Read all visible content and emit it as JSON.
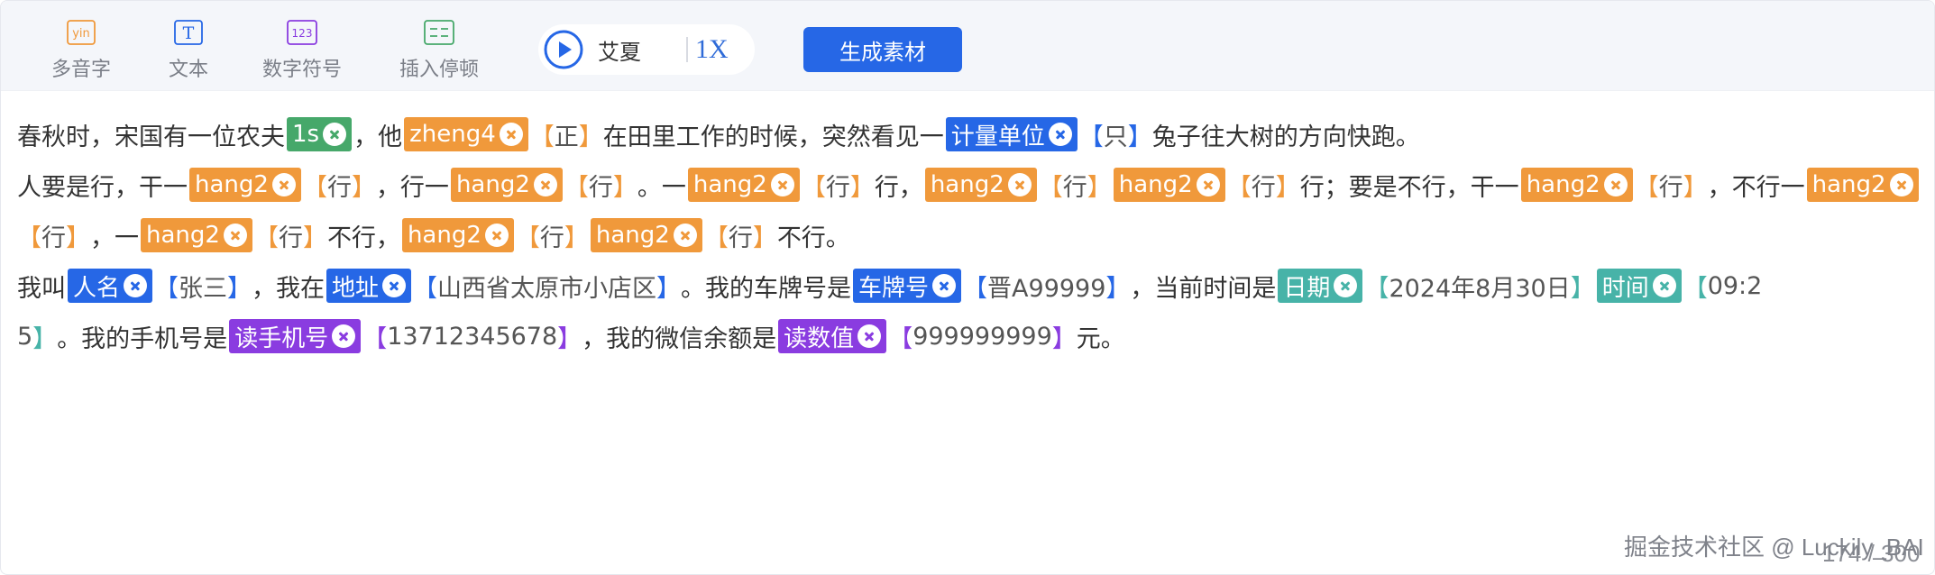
{
  "toolbar": {
    "tools": [
      {
        "label": "多音字",
        "icon": "yin-icon",
        "icon_text": "yin"
      },
      {
        "label": "文本",
        "icon": "text-t-icon",
        "icon_text": "T"
      },
      {
        "label": "数字符号",
        "icon": "number-123-icon",
        "icon_text": "123"
      },
      {
        "label": "插入停顿",
        "icon": "pause-insert-icon"
      }
    ],
    "voice": "艾夏",
    "speed": "1X",
    "generate_label": "生成素材"
  },
  "colors": {
    "pause": "#46a86a",
    "polyphone": "#f0993b",
    "unit": "#2667e6",
    "date": "#47b3a8",
    "read": "#8a3ce0",
    "toolbar_bg": "#f4f6fa"
  },
  "content": {
    "l1": {
      "t1": "春秋时，宋国有一位农夫",
      "tag1": "1s",
      "t2": "，他",
      "tag2": "zheng4",
      "v2": "正",
      "t3": "在田里工作的时候，突然看见一",
      "tag3": "计量单位",
      "v3": "只",
      "t4": "兔子往大树的方向快跑。"
    },
    "l2": {
      "t1": "人要是行，干一",
      "tag": "hang2",
      "v": "行",
      "t2": "，行一",
      "t3": "。一",
      "t4": "行，",
      "t5": "行；要是不行，干一",
      "t6": "，不行一"
    },
    "l3": {
      "t1": "，一",
      "t2": "不行，",
      "t3": "不行。"
    },
    "l4": {
      "t1": "我叫",
      "tag1": "人名",
      "v1": "张三",
      "t2": "，我在",
      "tag2": "地址",
      "v2": "山西省太原市小店区",
      "t3": "。我的车牌号是",
      "tag3": "车牌号",
      "v3": "晋A99999",
      "t4": "，当前时间是",
      "tag4": "日期",
      "v4": "2024年8月30日",
      "tag5": "时间",
      "v5a": "09:2"
    },
    "l5": {
      "v5b": "5",
      "t1": "。我的手机号是",
      "tag1": "读手机号",
      "v1": "13712345678",
      "t2": "，我的微信余额是",
      "tag2": "读数值",
      "v2": "999999999",
      "t3": "元。"
    }
  },
  "counter": "174 / 300",
  "watermark": "掘金技术社区 @ Luckily_BAI"
}
